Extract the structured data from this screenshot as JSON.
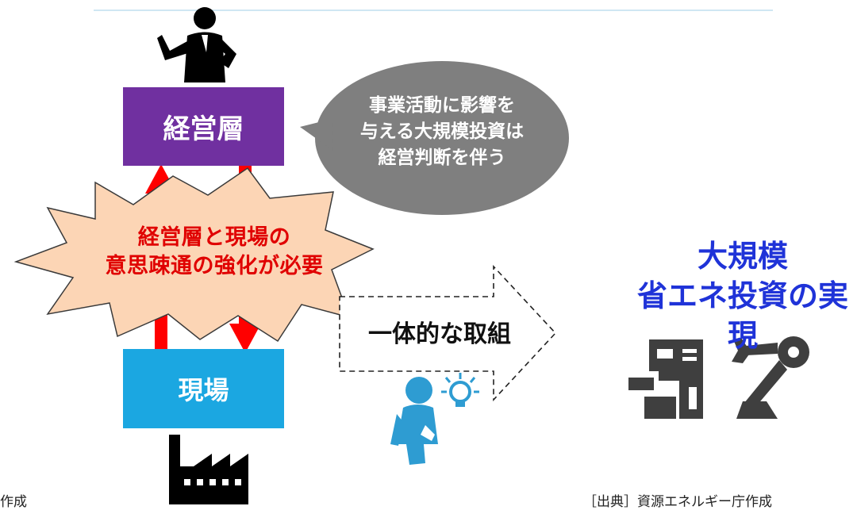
{
  "management": {
    "label": "経営層"
  },
  "site": {
    "label": "現場"
  },
  "communication_burst": {
    "lines": [
      "経営層と現場の",
      "意思疎通の強化が必要"
    ]
  },
  "management_bubble": {
    "lines": [
      "事業活動に影響を",
      "与える大規模投資は",
      "経営判断を伴う"
    ]
  },
  "integration_arrow": {
    "label": "一体的な取組"
  },
  "result": {
    "lines": [
      "大規模",
      "省エネ投資の実現"
    ]
  },
  "sources": {
    "left": "作成",
    "right": "［出典］資源エネルギー庁作成"
  },
  "colors": {
    "management": "#7030a0",
    "site": "#1ba7e1",
    "arrows": "#ff0000",
    "burst_fill": "#fcd5b5",
    "bubble": "#7f7f7f",
    "result_text": "#1f33d8",
    "thinker_icon": "#2e9cd2"
  },
  "icons": [
    "businessman-icon",
    "factory-icon",
    "thinking-person-icon",
    "lightbulb-icon",
    "machine-tool-icon",
    "robot-arm-icon"
  ]
}
